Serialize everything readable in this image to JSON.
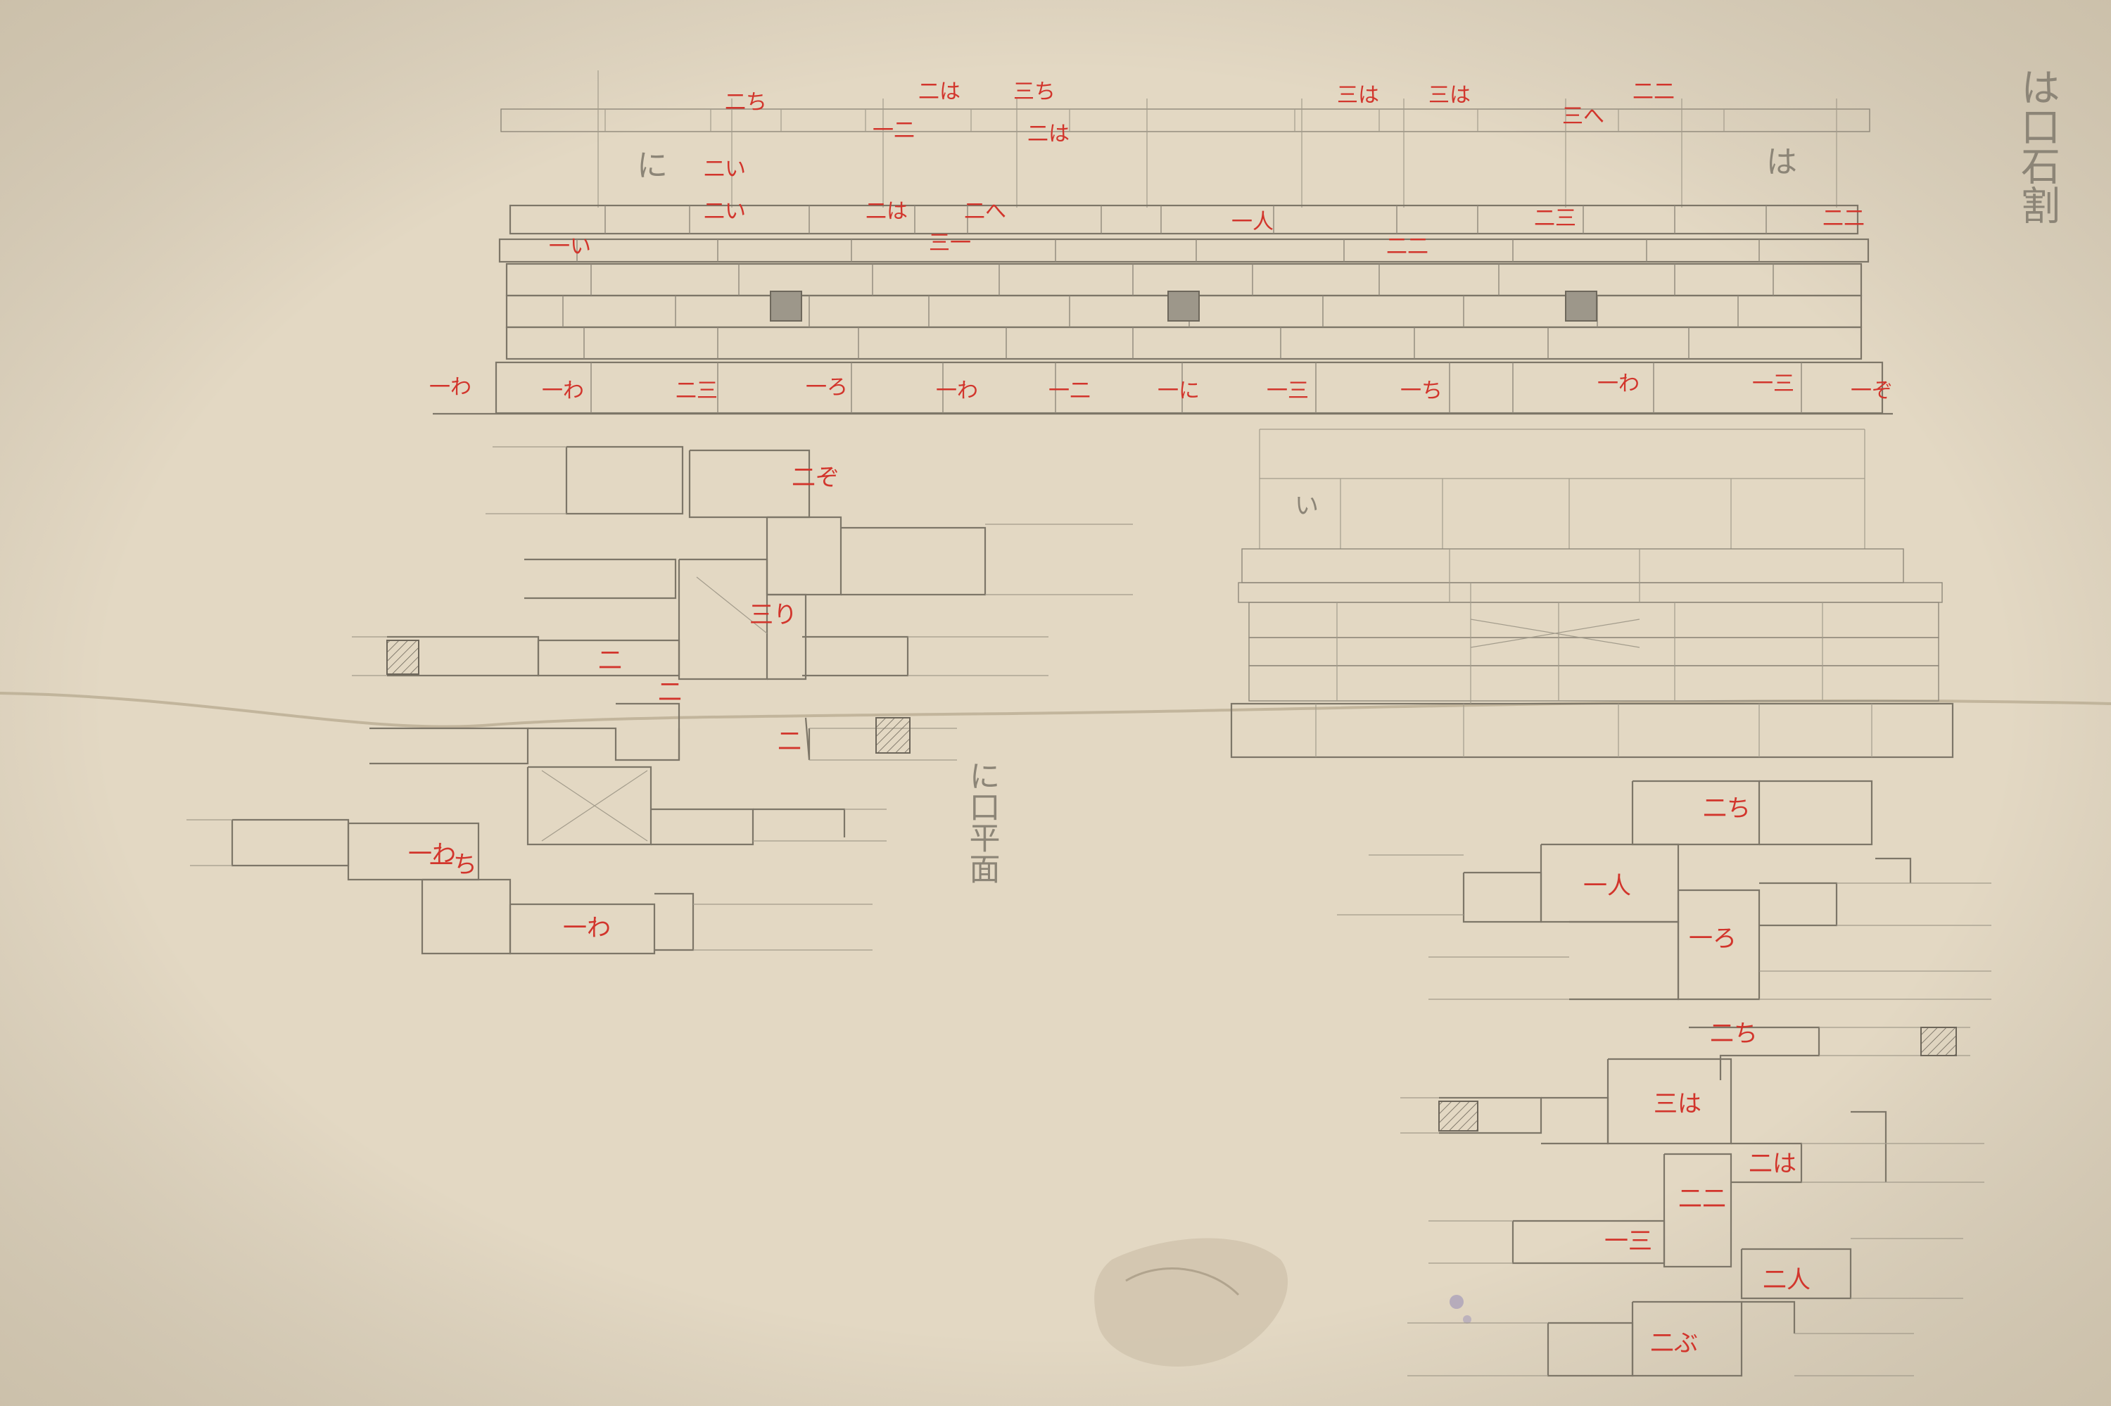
{
  "sheet": {
    "paper_color": "#e3d8c3",
    "pencil_color": "#7d7668",
    "red_ink_color": "#d2352c"
  },
  "pencil_notes": {
    "right_margin_title": "は口石割",
    "center_note": "に口平面",
    "block_label_ni": "に",
    "block_label_ha": "は",
    "block_label_i": "い"
  },
  "red_marks": {
    "elevation": [
      "二い",
      "二ち",
      "二は",
      "三ち",
      "三は",
      "三は",
      "三へ",
      "二は",
      "一二",
      "二二",
      "二い",
      "二は",
      "二へ",
      "一人",
      "二三",
      "二二",
      "一い",
      "三一",
      "二二",
      "一わ",
      "一わ",
      "二三",
      "一ろ",
      "一わ",
      "一二",
      "一に",
      "一三",
      "一ち",
      "一わ",
      "一三",
      "一ぞ"
    ],
    "plan_left": [
      "一わ",
      "一ち",
      "一わ",
      "二",
      "二",
      "二ぞ",
      "三り",
      "二"
    ],
    "plan_right": [
      "二ち",
      "一人",
      "一ろ",
      "二ち",
      "三は",
      "二は",
      "二二",
      "一三",
      "二人",
      "二ぶ"
    ]
  }
}
